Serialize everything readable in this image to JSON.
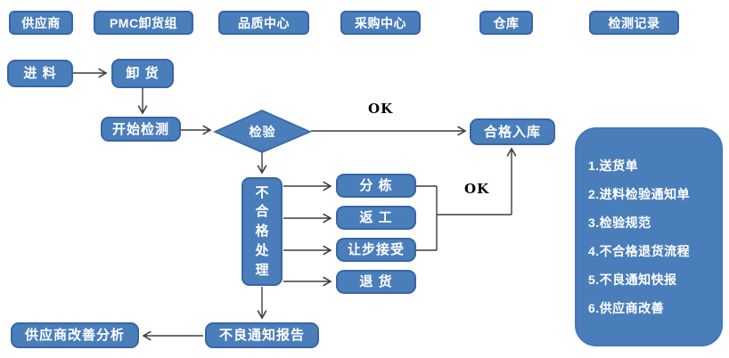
{
  "colors": {
    "node_fill": "#4a7ebb",
    "node_border": "#3765a8",
    "node_text": "#ffffff",
    "arrow": "#3b3b3b",
    "ok_text": "#000000",
    "background": "#ffffff"
  },
  "header": {
    "items": [
      {
        "label": "供应商"
      },
      {
        "label": "PMC卸货组"
      },
      {
        "label": "品质中心"
      },
      {
        "label": "采购中心"
      },
      {
        "label": "仓库"
      },
      {
        "label": "检测记录"
      }
    ]
  },
  "flow": {
    "incoming": {
      "label": "进 料"
    },
    "unload": {
      "label": "卸 货"
    },
    "start_inspect": {
      "label": "开始检测"
    },
    "inspect": {
      "label": "检验"
    },
    "pass_store": {
      "label": "合格入库"
    },
    "nonconform": {
      "label": "不\n合\n格\n处\n理"
    },
    "sort": {
      "label": "分 栋"
    },
    "rework": {
      "label": "返 工"
    },
    "concession": {
      "label": "让步接受"
    },
    "return_goods": {
      "label": "退 货"
    },
    "defect_report": {
      "label": "不良通知报告"
    },
    "supplier_improve": {
      "label": "供应商改善分析"
    },
    "ok_top": "OK",
    "ok_mid": "OK"
  },
  "panel": {
    "items": [
      "1.送货单",
      "2.进料检验通知单",
      "3.检验规范",
      "4.不合格退货流程",
      "5.不良通知快报",
      "6.供应商改善"
    ]
  }
}
